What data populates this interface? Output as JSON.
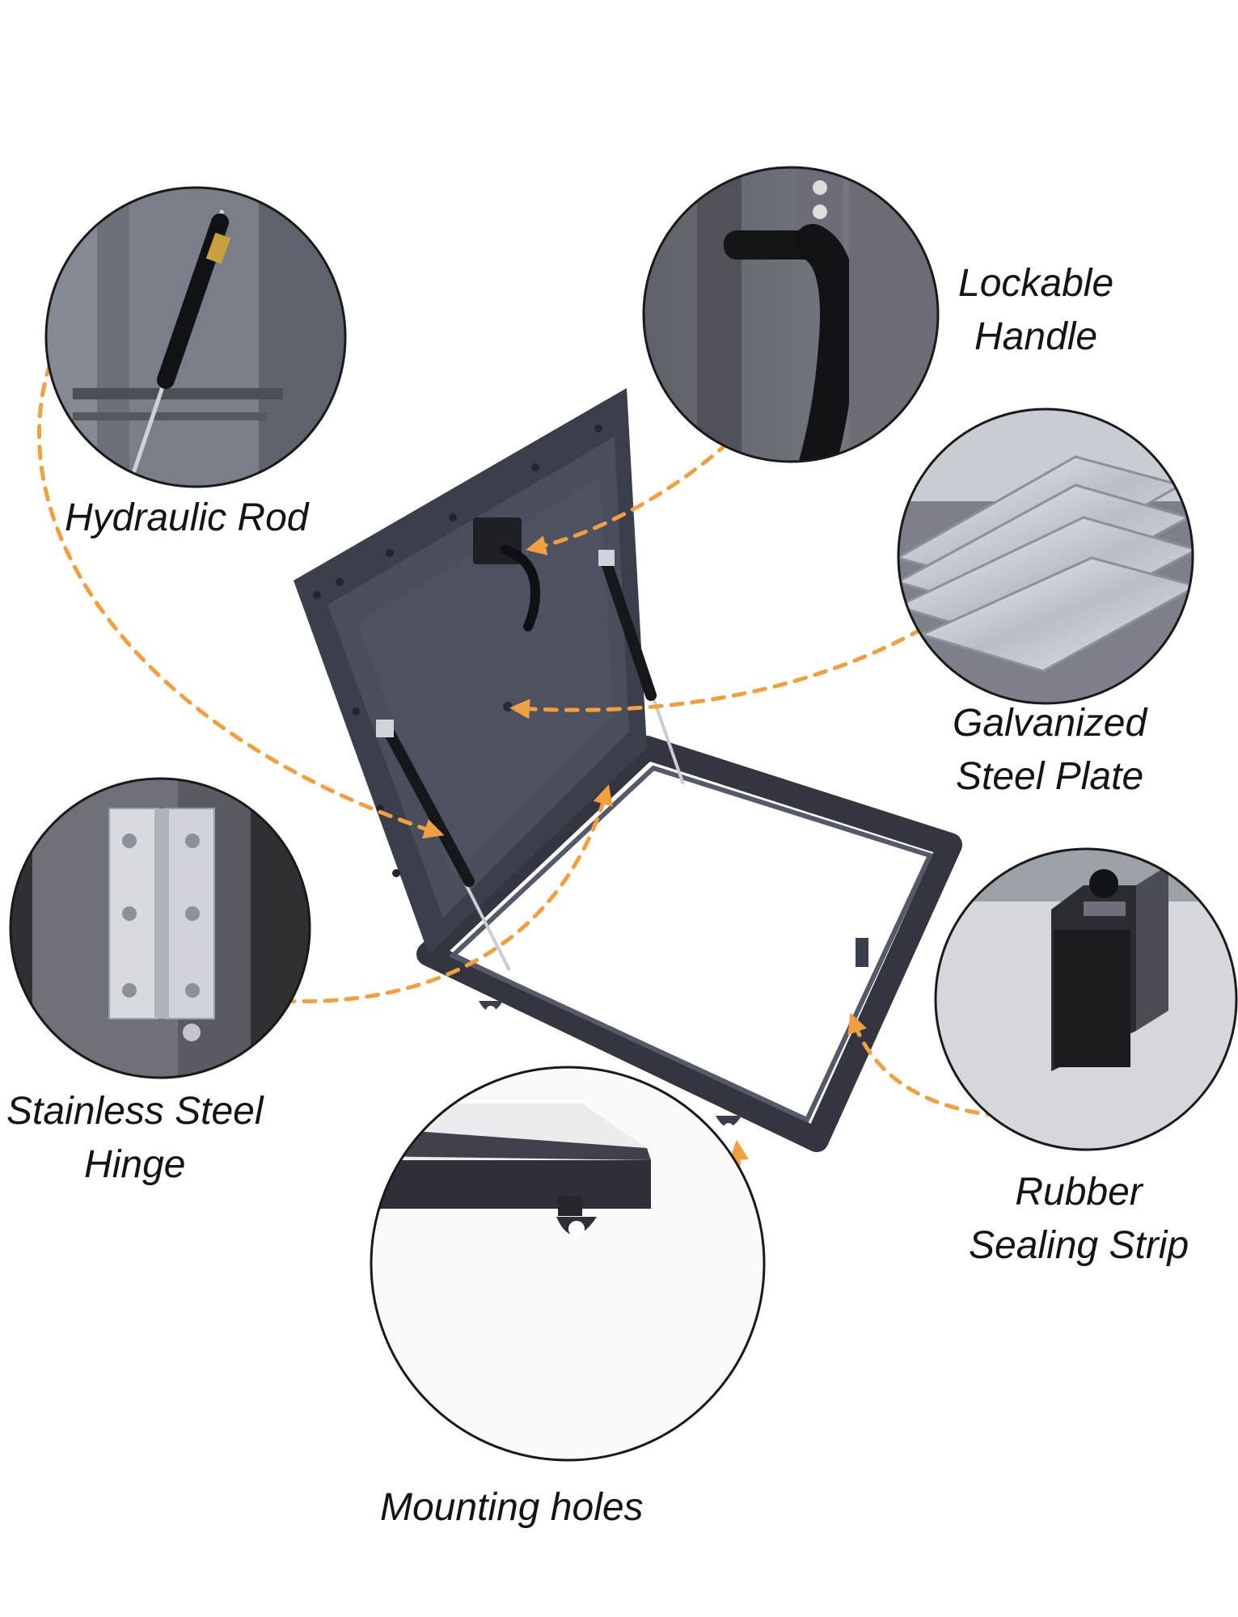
{
  "callouts": {
    "hydraulic_rod": {
      "lines": [
        "Hydraulic Rod"
      ]
    },
    "lockable_handle": {
      "lines": [
        "Lockable",
        "Handle"
      ]
    },
    "galvanized_plate": {
      "lines": [
        "Galvanized",
        "Steel Plate"
      ]
    },
    "hinge": {
      "lines": [
        "Stainless Steel",
        "Hinge"
      ]
    },
    "sealing_strip": {
      "lines": [
        "Rubber",
        "Sealing Strip"
      ]
    },
    "mounting_holes": {
      "lines": [
        "Mounting holes"
      ]
    }
  },
  "colors": {
    "arrow": "#f0a040",
    "frame": "#3b3f4c",
    "panel": "#4a4e5c",
    "circle_border": "#1a1a1a"
  }
}
